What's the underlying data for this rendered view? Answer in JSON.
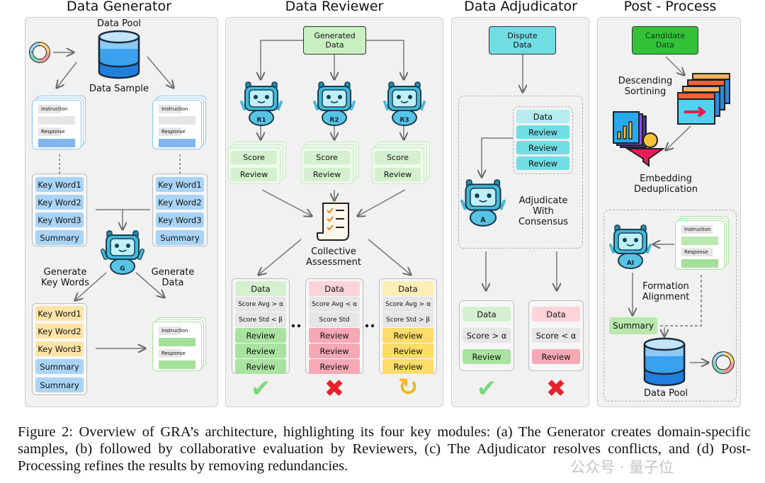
{
  "modules": {
    "generator": {
      "title": "Data Generator",
      "data_pool": "Data Pool",
      "data_sample": "Data Sample",
      "card": {
        "instruction": "Instruction",
        "response": "Response"
      },
      "keywords": [
        "Key Word1",
        "Key Word2",
        "Key Word3",
        "Summary"
      ],
      "robot_label": "G",
      "generate_key_words": "Generate\nKey Words",
      "generate_data": "Generate\nData",
      "output_items": [
        "Key Word1",
        "Key Word2",
        "Key Word3",
        "Summary",
        "Summary"
      ]
    },
    "reviewer": {
      "title": "Data Reviewer",
      "generated_data": "Generated\nData",
      "robots": [
        "R1",
        "R2",
        "R3"
      ],
      "stack": {
        "score": "Score",
        "review": "Review"
      },
      "collective_assessment": "Collective\nAssessment",
      "results": [
        {
          "data": "Data",
          "avg": "Score Avg > α",
          "std": "Score Std < β",
          "reviews": [
            "Review",
            "Review",
            "Review"
          ],
          "outcome": "accept",
          "color": "#7ed87a"
        },
        {
          "data": "Data",
          "avg": "Score Avg < α",
          "std": "Score Std",
          "reviews": [
            "Review",
            "Review",
            "Review"
          ],
          "outcome": "reject",
          "color": "#e8202a"
        },
        {
          "data": "Data",
          "avg": "Score Avg > α",
          "std": "Score Std > β",
          "reviews": [
            "Review",
            "Review",
            "Review"
          ],
          "outcome": "re-review",
          "color": "#f5b716"
        }
      ]
    },
    "adjudicator": {
      "title": "Data Adjudicator",
      "dispute_data": "Dispute\nData",
      "stack": [
        "Data",
        "Review",
        "Review",
        "Review"
      ],
      "robot_label": "A",
      "adjudicate": "Adjudicate\nWith\nConsensus",
      "results": [
        {
          "data": "Data",
          "score": "Score > α",
          "review": "Review",
          "outcome": "accept"
        },
        {
          "data": "Data",
          "score": "Score < α",
          "review": "Review",
          "outcome": "reject"
        }
      ]
    },
    "post_process": {
      "title": "Post - Process",
      "candidate_data": "Candidate\nData",
      "descending": "Descending\nSortining",
      "embedding": "Embedding\nDeduplication",
      "robot_label": "AI",
      "card": {
        "instruction": "Instruction",
        "response": "Response"
      },
      "formation_alignment": "Formation\nAlignment",
      "summary": "Summary",
      "data_pool": "Data Pool"
    }
  },
  "caption": "Figure 2: Overview of GRA’s architecture, highlighting its four key modules: (a) The Generator creates domain-specific samples, (b) followed by collaborative evaluation by Reviewers, (c) The Adjudicator resolves conflicts, and (d) Post-Processing refines the results by removing redundancies.",
  "watermark": "公众号 · 量子位",
  "colors": {
    "accept": "#7ed87a",
    "reject": "#e8202a",
    "retry": "#f5b716",
    "candidate": "#33c23a",
    "dispute": "#6fdde3"
  }
}
